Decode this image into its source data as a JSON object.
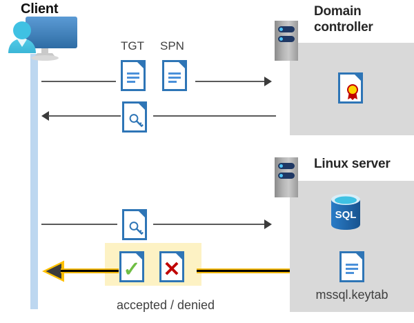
{
  "diagram": {
    "title": "Kerberos authentication flow between a client, a domain controller and a Linux SQL Server",
    "colors": {
      "lifeline": "#bdd7f0",
      "host_box": "#d9d9d9",
      "highlight": "#fdf2c4",
      "arrow_dark": "#3b3b3b",
      "arrow_yellow": "#ffc000",
      "doc_border": "#2e75b6",
      "accepted": "#6fbe44",
      "denied": "#c00000",
      "sql_blue": "#1f6fb5"
    }
  },
  "client": {
    "title": "Client",
    "icon": "user-workstation-icon",
    "lifeline_name": "client-lifeline"
  },
  "domain_controller": {
    "title": "Domain controller",
    "rack_icon": "server-rack-icon",
    "contents": [
      {
        "icon": "certificate-document-icon",
        "label": ""
      }
    ]
  },
  "linux_server": {
    "title": "Linux server",
    "rack_icon": "server-rack-icon",
    "contents": [
      {
        "icon": "sql-database-icon",
        "label": "SQL"
      },
      {
        "icon": "keytab-document-icon",
        "label": "mssql.keytab"
      }
    ]
  },
  "messages": [
    {
      "id": "request-tgt-spn",
      "direction": "right",
      "from": "client",
      "to": "domain_controller",
      "icons": [
        {
          "name": "tgt-document-icon",
          "label": "TGT"
        },
        {
          "name": "spn-document-icon",
          "label": "SPN"
        }
      ]
    },
    {
      "id": "issue-service-ticket",
      "direction": "left",
      "from": "domain_controller",
      "to": "client",
      "icons": [
        {
          "name": "service-ticket-key-document-icon",
          "label": ""
        }
      ]
    },
    {
      "id": "present-service-ticket",
      "direction": "right",
      "from": "client",
      "to": "linux_server",
      "icons": [
        {
          "name": "service-ticket-key-document-icon",
          "label": ""
        }
      ]
    },
    {
      "id": "auth-result",
      "direction": "left",
      "from": "linux_server",
      "to": "client",
      "highlighted": true,
      "caption": "accepted / denied",
      "icons": [
        {
          "name": "accepted-document-icon",
          "label": "✓"
        },
        {
          "name": "denied-document-icon",
          "label": "✕"
        }
      ]
    }
  ],
  "labels": {
    "tgt": "TGT",
    "spn": "SPN",
    "keytab": "mssql.keytab",
    "sql": "SQL",
    "verdict": "accepted / denied",
    "accepted_glyph": "✓",
    "denied_glyph": "✕"
  }
}
